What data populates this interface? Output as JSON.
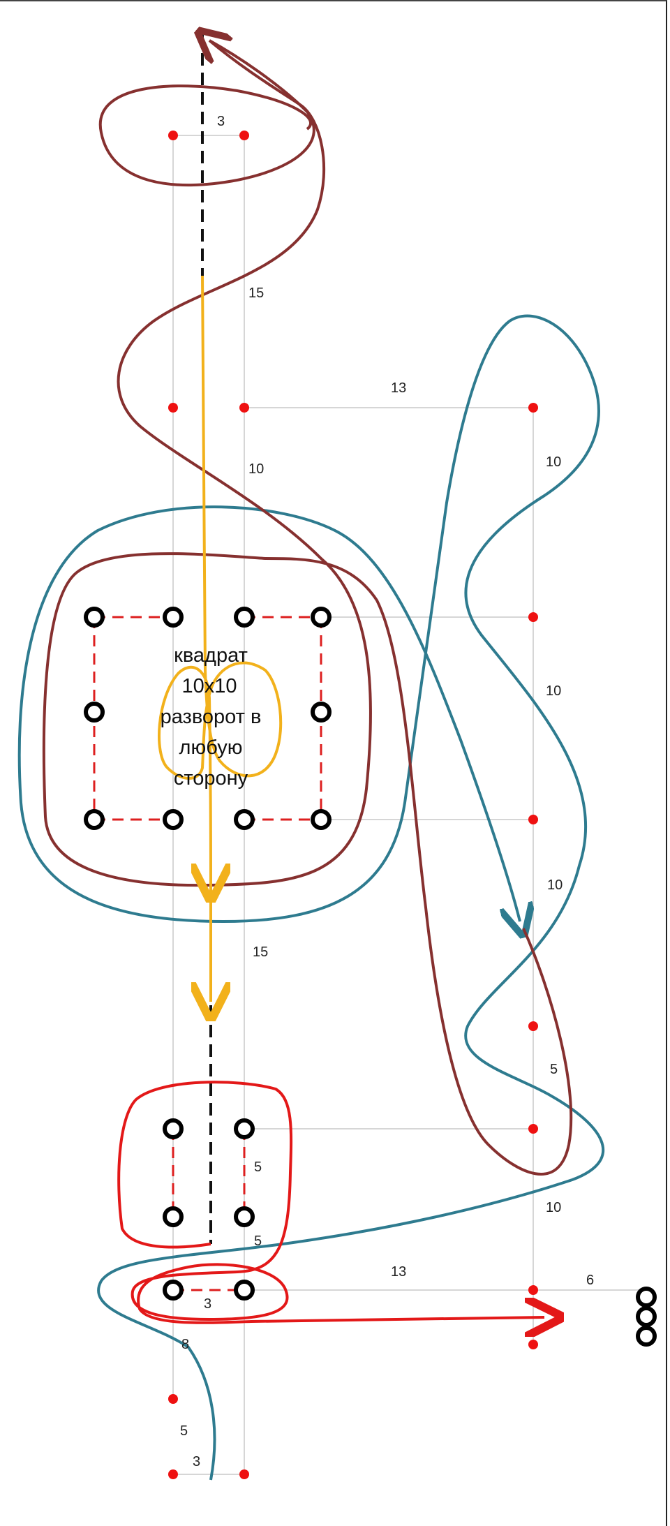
{
  "title_text": {
    "lines": [
      "квадрат",
      "10х10",
      "разворот в",
      "любую",
      "сторону"
    ]
  },
  "distances": {
    "top_width": "3",
    "upper_vertical": "15",
    "top_horizontal": "13",
    "right_10_a": "10",
    "left_10": "10",
    "right_10_b": "10",
    "right_10_c": "10",
    "middle_vertical": "15",
    "right_5": "5",
    "small_square_side": "5",
    "small_gap": "5",
    "right_10_d": "10",
    "lower_horizontal": "13",
    "end_length": "6",
    "bottom_pair_width": "3",
    "bottom_vertical_8": "8",
    "bottom_vertical_5": "5",
    "bottom_width": "3"
  },
  "colors": {
    "guide": "#d6d6d6",
    "dot": "#ee1111",
    "ring": "#000000",
    "dashed_square": "#dd1f1f",
    "teal_path": "#2e7b8f",
    "brown_path": "#86302f",
    "yellow_path": "#f2b11b",
    "red_path": "#e31818",
    "black_dash": "#111111"
  }
}
